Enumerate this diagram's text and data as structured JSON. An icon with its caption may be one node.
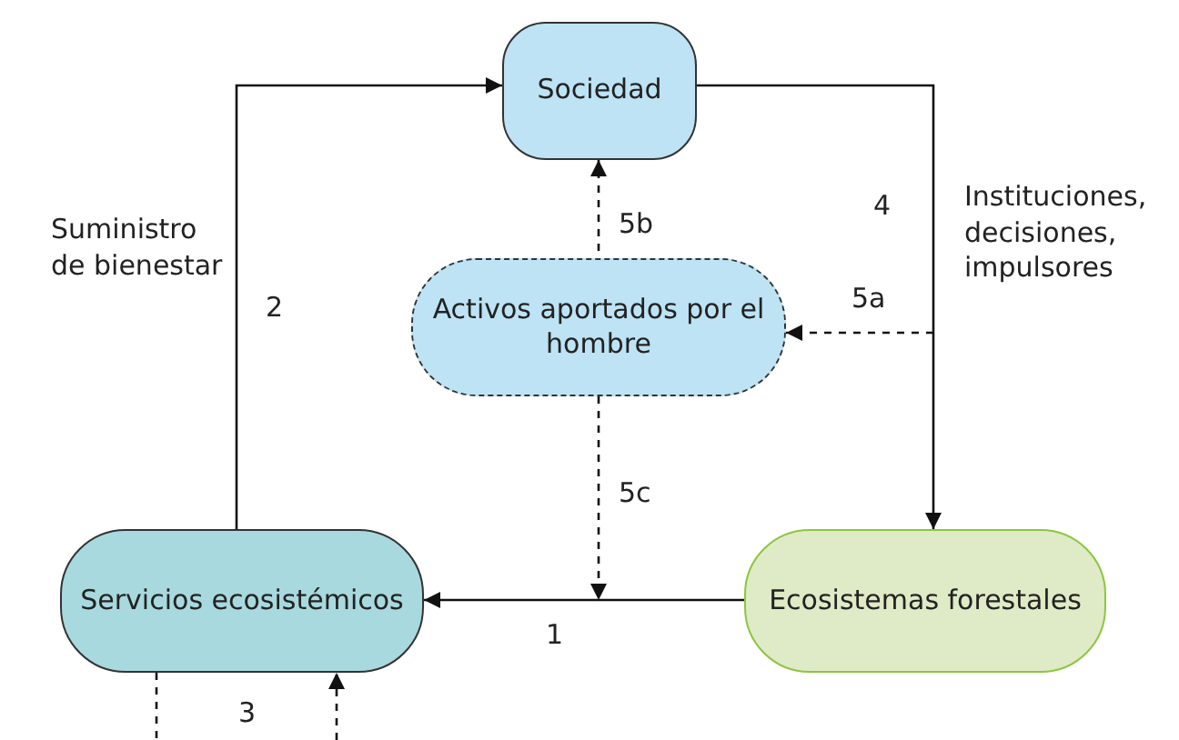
{
  "diagram": {
    "nodes": [
      {
        "text": [
          "Sociedad"
        ]
      },
      {
        "text": [
          "Activos aportados por el hombre"
        ]
      },
      {
        "text": [
          "Servicios ecosistémicos"
        ]
      },
      {
        "text": [
          "Ecosistemas forestales"
        ]
      }
    ],
    "edges": [
      {
        "from": 3,
        "to": 2,
        "arrow": "to",
        "label": "1"
      },
      {
        "from": 2,
        "to": 0,
        "arrow": "to",
        "label": "2"
      },
      {
        "from": 0,
        "to": 3,
        "arrow": "to",
        "label": "4"
      },
      {
        "from": null,
        "to": 1,
        "arrow": "to",
        "label": "5a",
        "style": "dashed"
      },
      {
        "from": 1,
        "to": 0,
        "arrow": "to",
        "label": "5b",
        "style": "dashed"
      },
      {
        "from": 1,
        "to": null,
        "arrow": "to",
        "label": "5c",
        "style": "dashed"
      },
      {
        "from": 2,
        "to": null,
        "arrow": "none",
        "style": "dashed"
      },
      {
        "from": null,
        "to": 2,
        "arrow": "to",
        "style": "dashed"
      }
    ],
    "labels": [
      "Suministro de bienestar",
      "Instituciones, decisiones, impulsores",
      "3"
    ]
  }
}
